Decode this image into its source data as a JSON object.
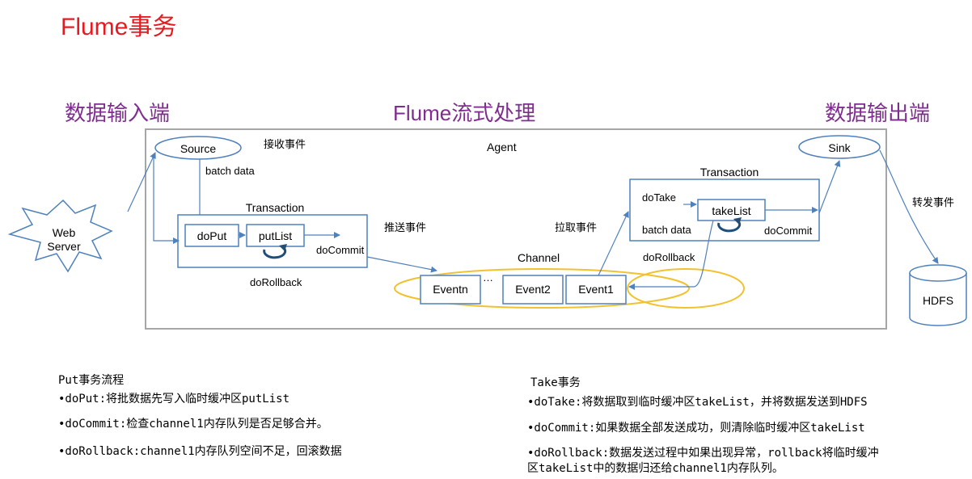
{
  "title": "Flume事务",
  "headers": {
    "input": "数据输入端",
    "processing": "Flume流式处理",
    "output": "数据输出端"
  },
  "diagram": {
    "agent": "Agent",
    "source": "Source",
    "sink": "Sink",
    "web_server_line1": "Web",
    "web_server_line2": "Server",
    "hdfs": "HDFS",
    "channel": "Channel",
    "receive_event": "接收事件",
    "batch_data_put": "batch data",
    "push_event": "推送事件",
    "pull_event": "拉取事件",
    "forward_event": "转发事件",
    "put_transaction": {
      "title": "Transaction",
      "do_put": "doPut",
      "put_list": "putList",
      "do_commit": "doCommit",
      "do_rollback": "doRollback"
    },
    "take_transaction": {
      "title": "Transaction",
      "do_take": "doTake",
      "take_list": "takeList",
      "batch_data": "batch data",
      "do_commit": "doCommit",
      "do_rollback": "doRollback"
    },
    "events": {
      "eventn": "Eventn",
      "ellipsis": "…",
      "event2": "Event2",
      "event1": "Event1"
    }
  },
  "notes": {
    "put": {
      "heading": "Put事务流程",
      "lines": [
        "•doPut:将批数据先写入临时缓冲区putList",
        "•doCommit:检查channel1内存队列是否足够合并。",
        "•doRollback:channel1内存队列空间不足，回滚数据"
      ]
    },
    "take": {
      "heading": "Take事务",
      "lines": [
        "•doTake:将数据取到临时缓冲区takeList，并将数据发送到HDFS",
        "•doCommit:如果数据全部发送成功，则清除临时缓冲区takeList",
        "•doRollback:数据发送过程中如果出现异常，rollback将临时缓冲",
        "区takeList中的数据归还给channel1内存队列。"
      ]
    }
  },
  "colors": {
    "title": "#e8191f",
    "header": "#7f2d8f",
    "box_border": "#4f81bd",
    "arrow": "#4f81bd",
    "channel_border": "#f2c12e",
    "agent_border": "#a6a6a6"
  }
}
